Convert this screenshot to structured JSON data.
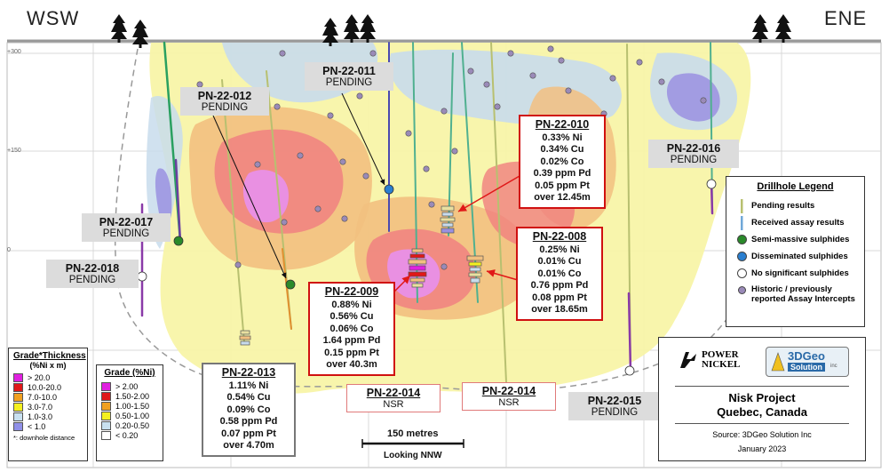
{
  "directions": {
    "left": "WSW",
    "right": "ENE"
  },
  "elevations": [
    "+300",
    "+150",
    "0"
  ],
  "labels": {
    "pn022": {
      "hole": "PN-22-012",
      "status": "PENDING"
    },
    "pn011": {
      "hole": "PN-22-011",
      "status": "PENDING"
    },
    "pn016": {
      "hole": "PN-22-016",
      "status": "PENDING"
    },
    "pn017": {
      "hole": "PN-22-017",
      "status": "PENDING"
    },
    "pn018": {
      "hole": "PN-22-018",
      "status": "PENDING"
    },
    "pn015": {
      "hole": "PN-22-015",
      "status": "PENDING"
    },
    "nsr_a": {
      "hole": "PN-22-014",
      "status": "NSR"
    },
    "nsr_b": {
      "hole": "PN-22-014",
      "status": "NSR"
    }
  },
  "results": {
    "pn010": {
      "hole": "PN-22-010",
      "lines": [
        "0.33% Ni",
        "0.34% Cu",
        "0.02% Co",
        "0.39 ppm Pd",
        "0.05 ppm Pt",
        "over 12.45m"
      ]
    },
    "pn008": {
      "hole": "PN-22-008",
      "lines": [
        "0.25% Ni",
        "0.01% Cu",
        "0.01% Co",
        "0.76 ppm Pd",
        "0.08 ppm Pt",
        "over 18.65m"
      ]
    },
    "pn009": {
      "hole": "PN-22-009",
      "lines": [
        "0.88% Ni",
        "0.56% Cu",
        "0.06% Co",
        "1.64 ppm Pd",
        "0.15 ppm Pt",
        "over 40.3m"
      ]
    },
    "pn013": {
      "hole": "PN-22-013",
      "lines": [
        "1.11% Ni",
        "0.54% Cu",
        "0.09% Co",
        "0.58 ppm Pd",
        "0.07 ppm Pt",
        "over 4.70m"
      ]
    }
  },
  "gt_legend": {
    "title": "Grade*Thickness",
    "subtitle": "(%Ni x m)",
    "items": [
      {
        "label": "> 20.0",
        "color": "#e020e0"
      },
      {
        "label": "10.0-20.0",
        "color": "#e01818"
      },
      {
        "label": "7.0-10.0",
        "color": "#f0a020"
      },
      {
        "label": "3.0-7.0",
        "color": "#f4f020"
      },
      {
        "label": "1.0-3.0",
        "color": "#c8e0f0"
      },
      {
        "label": "< 1.0",
        "color": "#9090e8"
      }
    ],
    "note": "*: downhole distance"
  },
  "grade_legend": {
    "title": "Grade (%Ni)",
    "items": [
      {
        "label": "> 2.00",
        "color": "#e020e0"
      },
      {
        "label": "1.50-2.00",
        "color": "#e01818"
      },
      {
        "label": "1.00-1.50",
        "color": "#f0a020"
      },
      {
        "label": "0.50-1.00",
        "color": "#f4f020"
      },
      {
        "label": "0.20-0.50",
        "color": "#c8e0f0"
      },
      {
        "label": "< 0.20",
        "color": "#ffffff"
      }
    ]
  },
  "drillhole_legend": {
    "title": "Drillhole  Legend",
    "items": [
      {
        "label": "Pending results",
        "symbol": "trace-pending"
      },
      {
        "label": "Received assay results",
        "symbol": "trace-received"
      },
      {
        "label": "Semi-massive sulphides",
        "symbol": "dot",
        "color": "#2a8a2a"
      },
      {
        "label": "Disseminated sulphides",
        "symbol": "dot",
        "color": "#2a7fd0"
      },
      {
        "label": "No significant sulphides",
        "symbol": "dot",
        "color": "#ffffff"
      },
      {
        "label": "Historic / previously reported Assay Intercepts",
        "symbol": "dot",
        "color": "#9a8ab8"
      }
    ]
  },
  "title_block": {
    "logo1_a": "POWER",
    "logo1_b": "NICKEL",
    "logo2_a": "3DGeo",
    "logo2_b": "Solution",
    "logo2_c": "inc",
    "project": "Nisk Project",
    "location": "Quebec, Canada",
    "source": "Source: 3DGeo Solution Inc",
    "date": "January 2023"
  },
  "scale": {
    "label": "150 metres",
    "view": "Looking NNW"
  }
}
